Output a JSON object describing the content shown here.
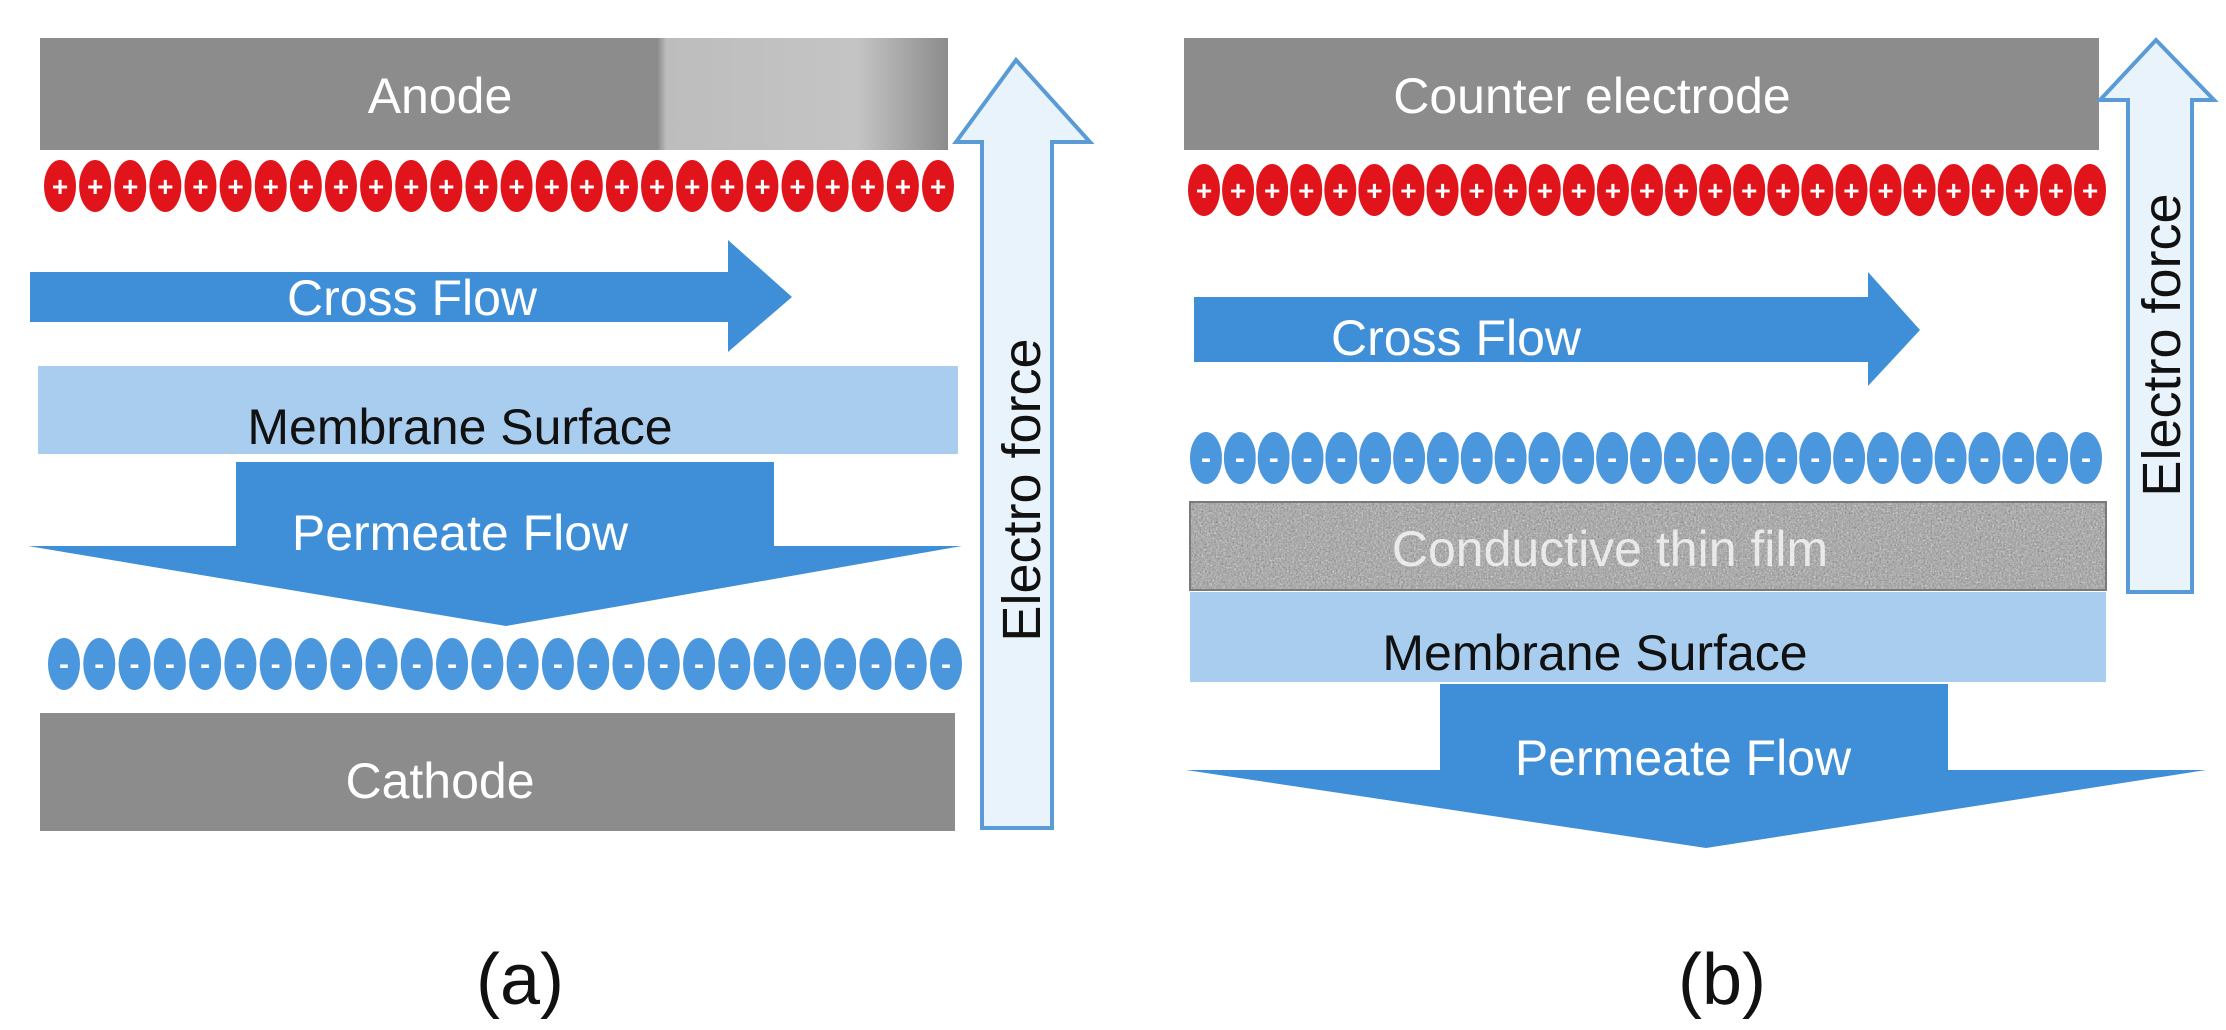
{
  "colors": {
    "electrode_gray": "#8c8c8c",
    "flow_blue": "#3e8fd8",
    "membrane_blue": "#a9cdef",
    "positive_red": "#e0141a",
    "negative_blue": "#4a97dd",
    "force_arrow_fill": "#e9f3fc",
    "force_arrow_stroke": "#5b9bd5"
  },
  "panel_a": {
    "electrode_top": "Anode",
    "cross_flow": "Cross Flow",
    "membrane": "Membrane Surface",
    "permeate_flow": "Permeate Flow",
    "electrode_bottom": "Cathode",
    "force_label": "Electro force",
    "caption": "(a)"
  },
  "panel_b": {
    "electrode_top": "Counter electrode",
    "cross_flow": "Cross Flow",
    "thin_film": "Conductive thin film",
    "membrane": "Membrane Surface",
    "permeate_flow": "Permeate Flow",
    "force_label": "Electro force",
    "caption": "(b)"
  },
  "charges": {
    "positive": "+",
    "negative": "-"
  }
}
